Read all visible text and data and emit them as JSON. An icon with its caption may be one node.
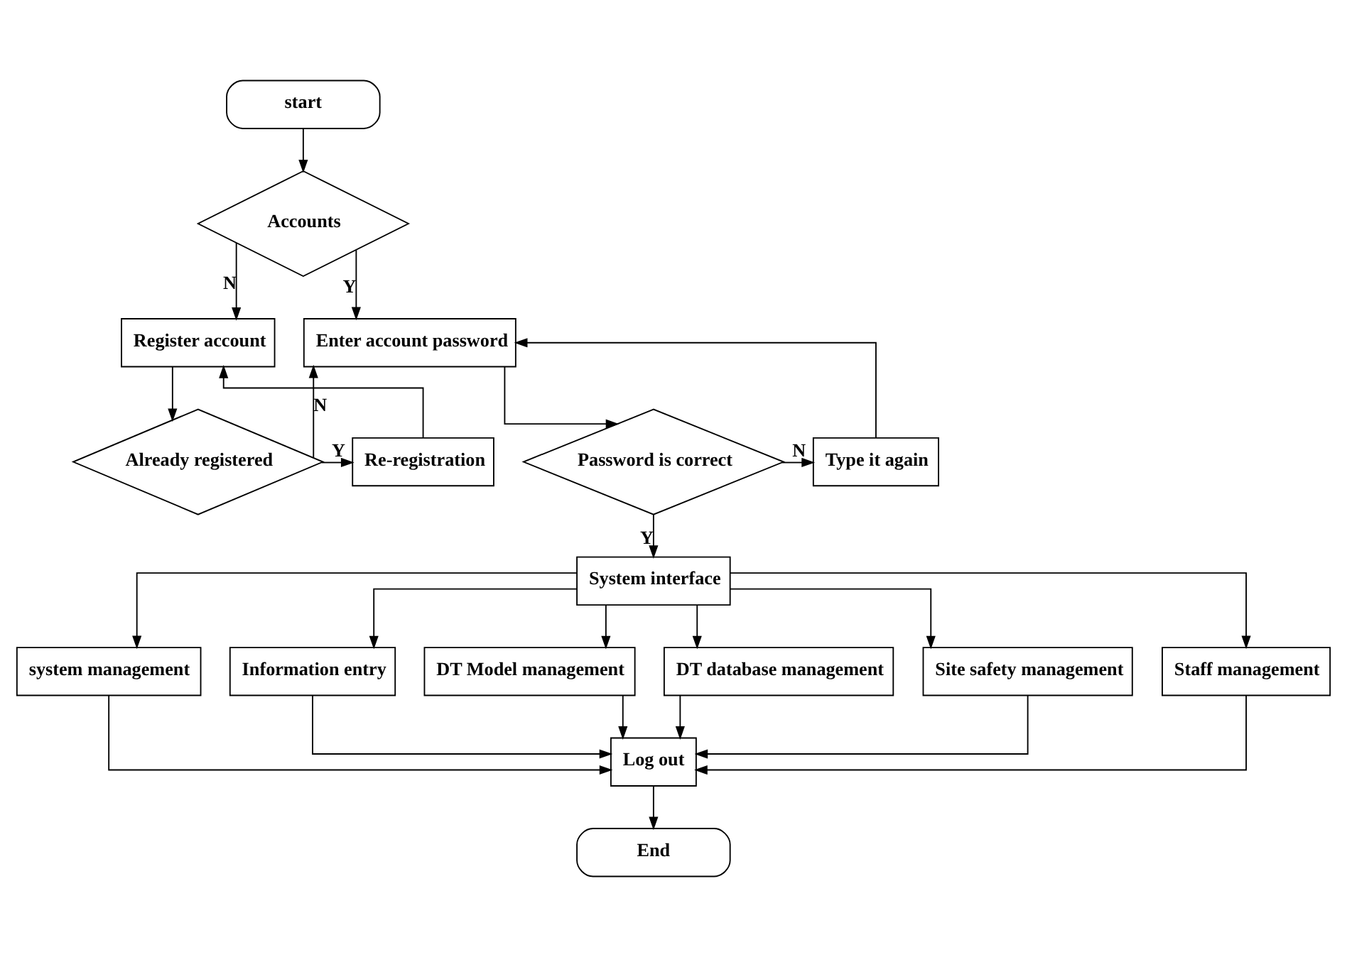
{
  "diagram": {
    "nodes": [
      {
        "text": [
          "start"
        ]
      },
      {
        "text": [
          "Accounts"
        ]
      },
      {
        "text": [
          "Register account"
        ]
      },
      {
        "text": [
          "Enter account password"
        ]
      },
      {
        "text": [
          "Already registered"
        ]
      },
      {
        "text": [
          "Re-registration"
        ]
      },
      {
        "text": [
          "Password is correct"
        ]
      },
      {
        "text": [
          "Type it again"
        ]
      },
      {
        "text": [
          "System interface"
        ]
      },
      {
        "text": [
          "system management"
        ]
      },
      {
        "text": [
          "Information entry"
        ]
      },
      {
        "text": [
          "DT Model management"
        ]
      },
      {
        "text": [
          "DT database management"
        ]
      },
      {
        "text": [
          "Site safety management"
        ]
      },
      {
        "text": [
          "Staff management"
        ]
      },
      {
        "text": [
          "Log out"
        ]
      },
      {
        "text": [
          "End"
        ]
      }
    ],
    "edges": [
      {
        "from": 0,
        "to": 1,
        "arrow": "to"
      },
      {
        "from": 1,
        "to": 2,
        "arrow": "to",
        "label": "N"
      },
      {
        "from": 1,
        "to": 3,
        "arrow": "to",
        "label": "Y"
      },
      {
        "from": 2,
        "to": 4,
        "arrow": "to"
      },
      {
        "from": 4,
        "to": 5,
        "arrow": "to",
        "label": "Y"
      },
      {
        "from": 5,
        "to": 2,
        "arrow": "to"
      },
      {
        "from": 4,
        "to": 3,
        "arrow": "to",
        "label": "N"
      },
      {
        "from": 3,
        "to": 6,
        "arrow": "to"
      },
      {
        "from": 6,
        "to": 7,
        "arrow": "to",
        "label": "N"
      },
      {
        "from": 7,
        "to": 3,
        "arrow": "to"
      },
      {
        "from": 6,
        "to": 8,
        "arrow": "to",
        "label": "Y"
      },
      {
        "from": 8,
        "to": 9,
        "arrow": "to"
      },
      {
        "from": 8,
        "to": 10,
        "arrow": "to"
      },
      {
        "from": 8,
        "to": 11,
        "arrow": "to"
      },
      {
        "from": 8,
        "to": 12,
        "arrow": "to"
      },
      {
        "from": 8,
        "to": 13,
        "arrow": "to"
      },
      {
        "from": 8,
        "to": 14,
        "arrow": "to"
      },
      {
        "from": 9,
        "to": 15,
        "arrow": "to"
      },
      {
        "from": 10,
        "to": 15,
        "arrow": "to"
      },
      {
        "from": 11,
        "to": 15,
        "arrow": "to"
      },
      {
        "from": 12,
        "to": 15,
        "arrow": "to"
      },
      {
        "from": 13,
        "to": 15,
        "arrow": "to"
      },
      {
        "from": 14,
        "to": 15,
        "arrow": "to"
      },
      {
        "from": 15,
        "to": 16,
        "arrow": "to"
      }
    ]
  }
}
